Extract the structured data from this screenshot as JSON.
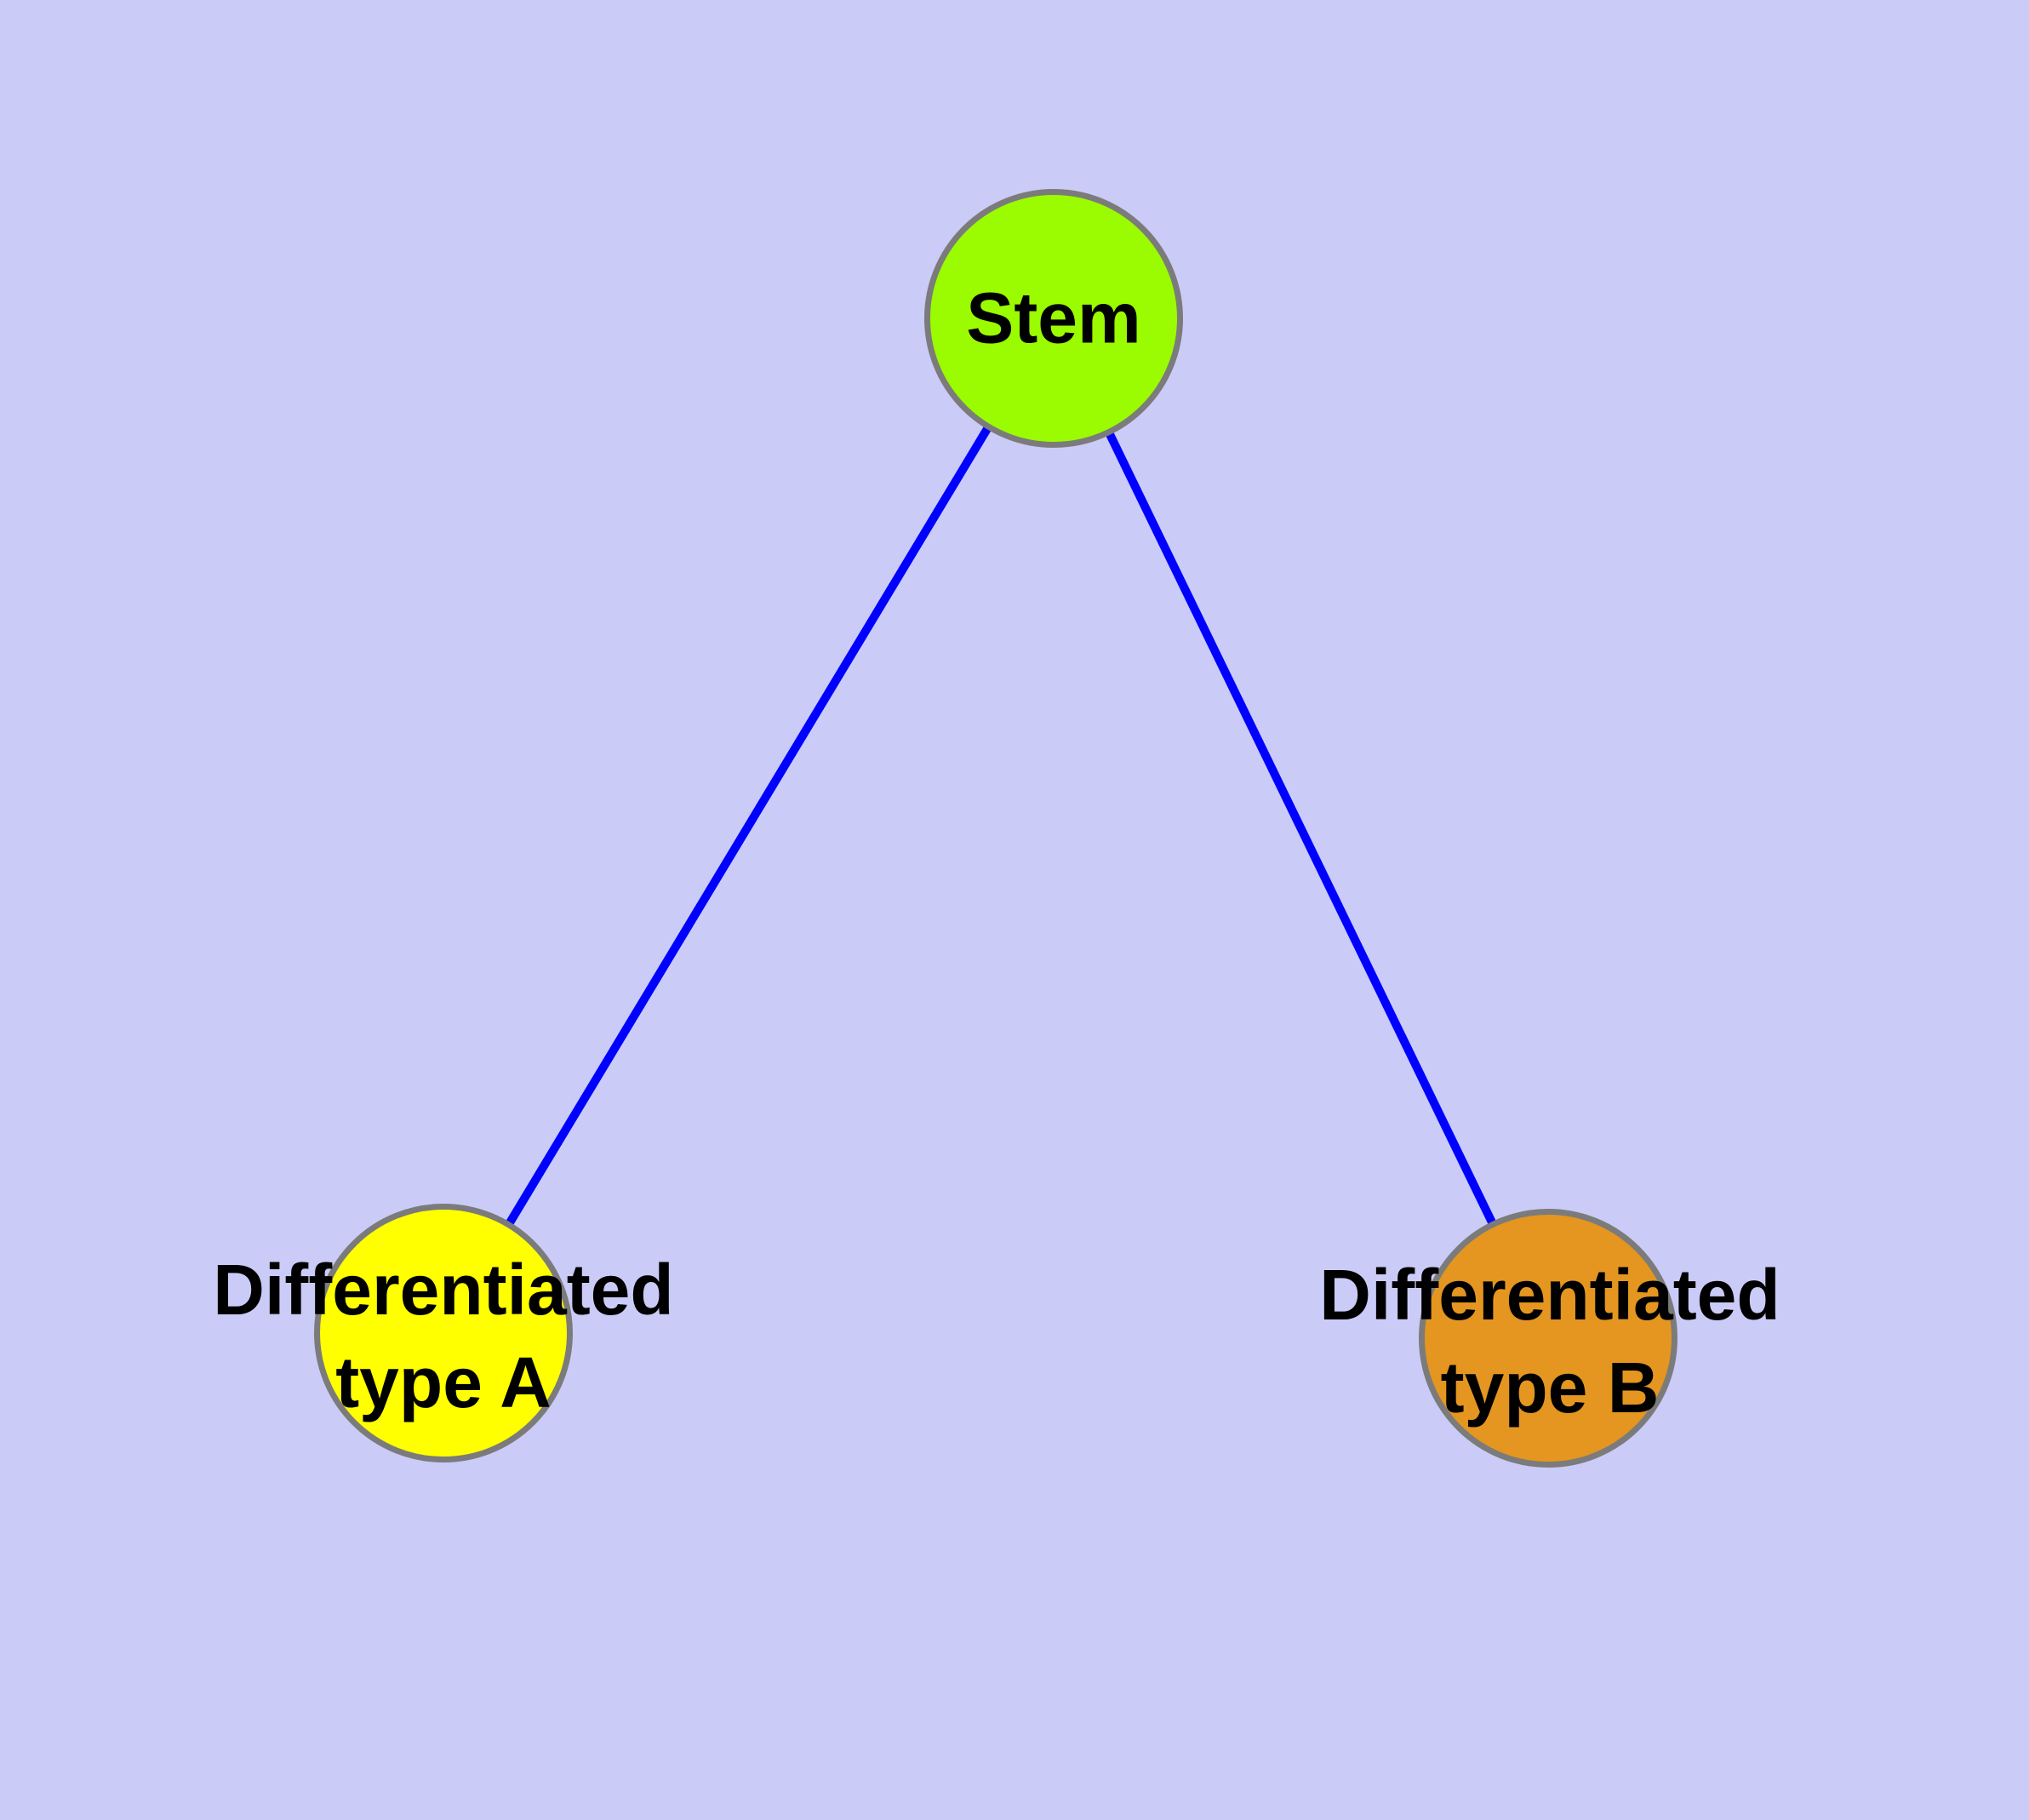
{
  "diagram": {
    "background_color": "#CBCBF8",
    "edge_color": "#0000FF",
    "node_border_color": "#7B7B7B",
    "label_color": "#000000",
    "nodes": [
      {
        "id": "stem",
        "label": "Stem",
        "fill_color": "#9BFB00"
      },
      {
        "id": "differentiated-type-a",
        "label_line1": "Differentiated",
        "label_line2": "type A",
        "fill_color": "#FFFF00"
      },
      {
        "id": "differentiated-type-b",
        "label_line1": "Differentiated",
        "label_line2": "type B",
        "fill_color": "#E49620"
      }
    ],
    "edges": [
      {
        "from": "Stem",
        "to": "Differentiated type A"
      },
      {
        "from": "Stem",
        "to": "Differentiated type B"
      }
    ]
  }
}
